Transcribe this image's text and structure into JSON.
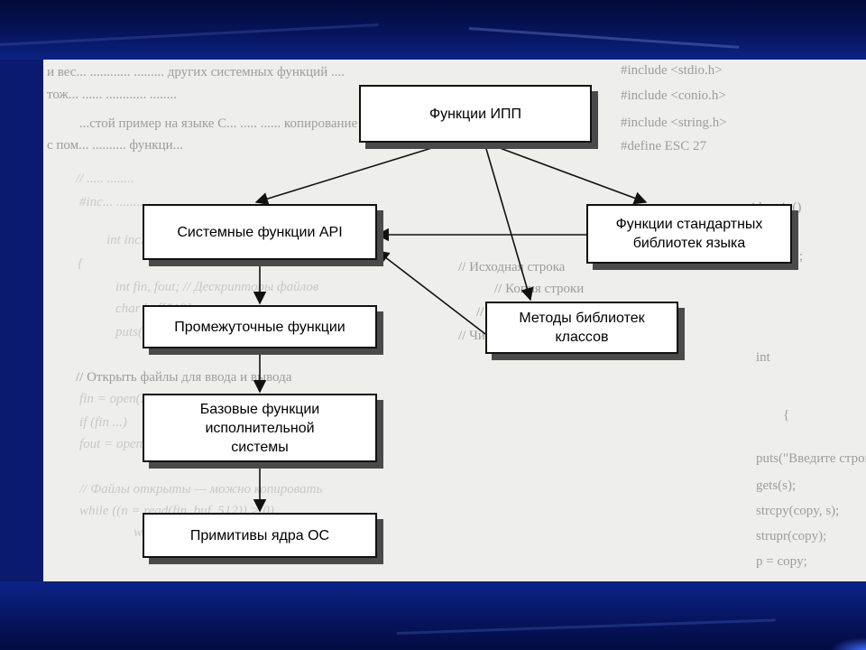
{
  "colors": {
    "frame": "#0a1a6e",
    "slide": "#eeeeec",
    "box_fill": "#ffffff",
    "box_border": "#111111",
    "shadow": "#4a4a4a"
  },
  "diagram": {
    "nodes": {
      "ipp": "Функции ИПП",
      "api": "Системные функции API",
      "stdlib": "Функции стандартных библиотек языка",
      "classlib": "Методы библиотек классов",
      "intermediate": "Промежуточные функции",
      "base": "Базовые функции исполнительной системы",
      "kernel": "Примитивы ядра ОС"
    },
    "edges": [
      [
        "ipp",
        "api"
      ],
      [
        "ipp",
        "stdlib"
      ],
      [
        "ipp",
        "classlib"
      ],
      [
        "stdlib",
        "api"
      ],
      [
        "classlib",
        "api"
      ],
      [
        "api",
        "intermediate"
      ],
      [
        "intermediate",
        "base"
      ],
      [
        "base",
        "kernel"
      ]
    ]
  }
}
